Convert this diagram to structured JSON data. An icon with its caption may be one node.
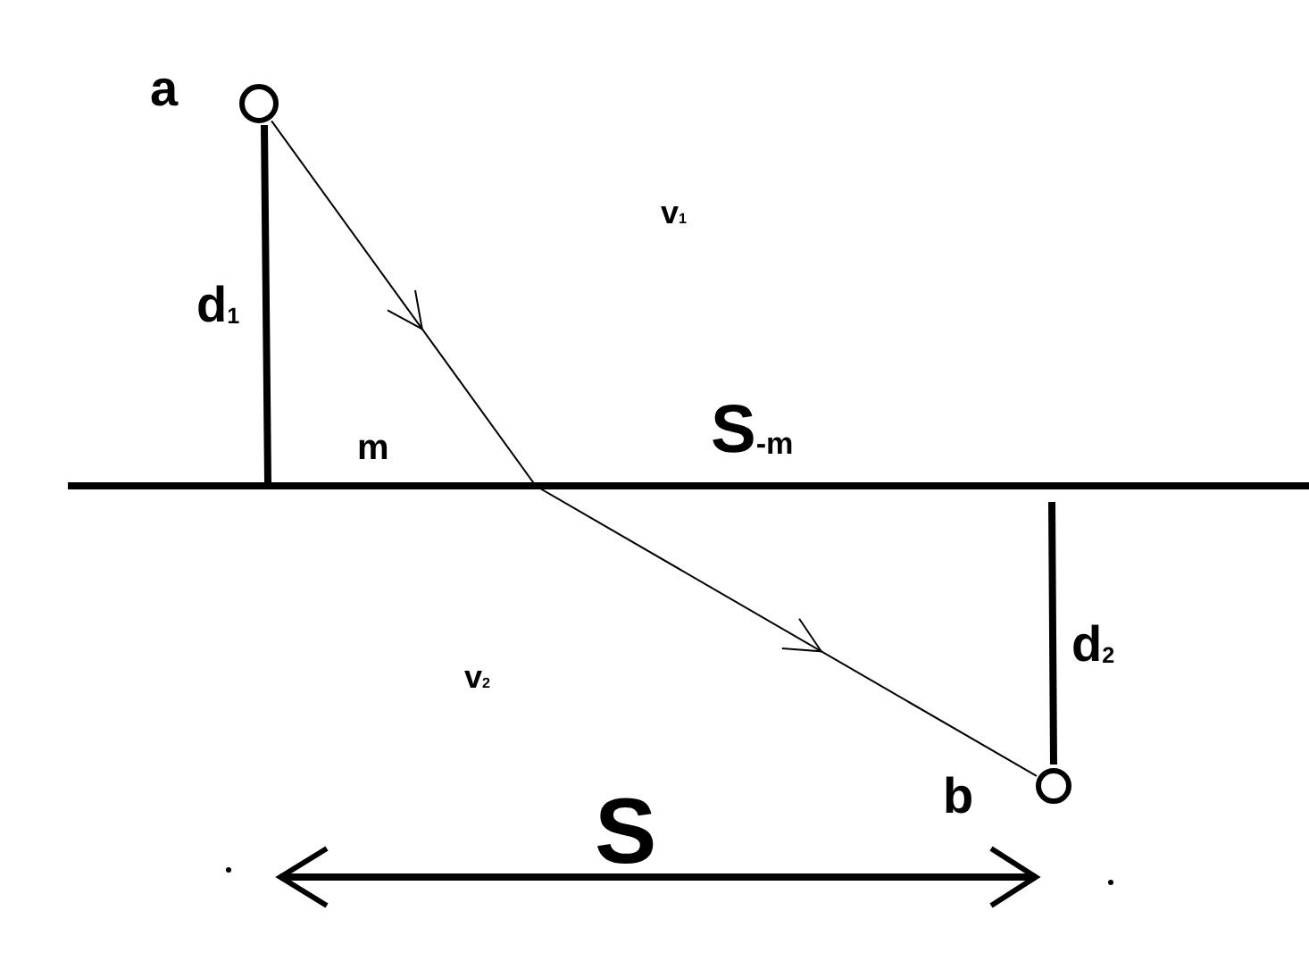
{
  "diagram": {
    "nodes": [
      {
        "text": [],
        "shape": "circle",
        "beside": [
          "a"
        ]
      },
      {
        "text": [],
        "shape": "circle",
        "beside": [
          "b"
        ]
      }
    ],
    "edges": [
      {
        "from": 0,
        "to": 1,
        "arrow": "to"
      }
    ],
    "labels": [
      "d$_{1}$",
      "v$_{1}$",
      "m",
      "S$_{-m}$",
      "v$_{2}$",
      "d$_{2}$",
      "S"
    ]
  }
}
